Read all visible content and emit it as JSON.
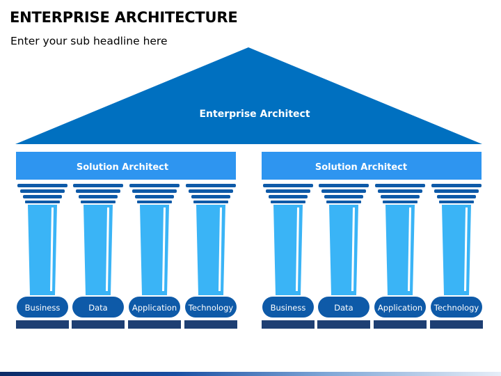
{
  "header": {
    "title": "ENTERPRISE ARCHITECTURE",
    "subtitle": "Enter your sub headline here"
  },
  "roof": {
    "label": "Enterprise Architect",
    "color": "#0070C0"
  },
  "groups": [
    {
      "label": "Solution Architect",
      "pillars": [
        "Business",
        "Data",
        "Application",
        "Technology"
      ]
    },
    {
      "label": "Solution Architect",
      "pillars": [
        "Business",
        "Data",
        "Application",
        "Technology"
      ]
    }
  ],
  "colors": {
    "band": "#2E95F0",
    "pillar": "#3AB4F6",
    "capital": "#0E5AA8",
    "badge": "#0E5AA8",
    "base": "#1E3F73"
  }
}
